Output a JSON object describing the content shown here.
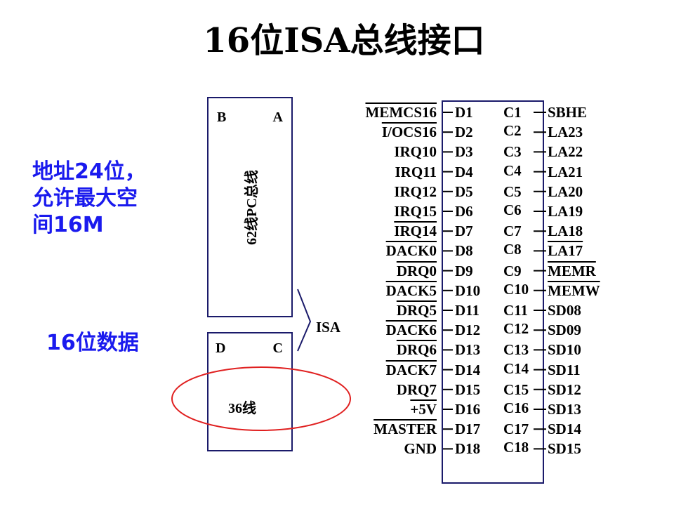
{
  "title": "16位ISA总线接口",
  "notes": {
    "address_line1": "地址24位，",
    "address_line2": "允许最大空",
    "address_line3": "间16M",
    "data": "16位数据"
  },
  "box_ab": {
    "b": "B",
    "a": "A",
    "vertical": "62线PC总线"
  },
  "box_dc": {
    "d": "D",
    "c": "C",
    "label": "36线"
  },
  "bus_label": "ISA",
  "left_signals": [
    "MEMCS16",
    "I/OCS16",
    "IRQ10",
    "IRQ11",
    "IRQ12",
    "IRQ15",
    "IRQ14",
    "DACK0",
    "DRQ0",
    "DACK5",
    "DRQ5",
    "DACK6",
    "DRQ6",
    "DACK7",
    "DRQ7",
    "+5V",
    "MASTER",
    "GND"
  ],
  "left_overline": [
    true,
    true,
    false,
    false,
    false,
    false,
    true,
    true,
    true,
    true,
    true,
    true,
    true,
    true,
    false,
    true,
    true,
    false
  ],
  "d_pins": [
    "D1",
    "D2",
    "D3",
    "D4",
    "D5",
    "D6",
    "D7",
    "D8",
    "D9",
    "D10",
    "D11",
    "D12",
    "D13",
    "D14",
    "D15",
    "D16",
    "D17",
    "D18"
  ],
  "c_pins": [
    "C1",
    "C2",
    "C3",
    "C4",
    "C5",
    "C6",
    "C7",
    "C8",
    "C9",
    "C10",
    "C11",
    "C12",
    "C13",
    "C14",
    "C15",
    "C16",
    "C17",
    "C18"
  ],
  "right_signals": [
    "SBHE",
    "LA23",
    "LA22",
    "LA21",
    "LA20",
    "LA19",
    "LA18",
    "LA17",
    "MEMR",
    "MEMW",
    "SD08",
    "SD09",
    "SD10",
    "SD11",
    "SD12",
    "SD13",
    "SD14",
    "SD15"
  ],
  "right_overline": [
    false,
    false,
    false,
    false,
    false,
    false,
    false,
    true,
    true,
    true,
    false,
    false,
    false,
    false,
    false,
    false,
    false,
    false
  ],
  "colors": {
    "note_blue": "#1a1aee",
    "box_border": "#1a1a6a",
    "ellipse_red": "#e02020"
  }
}
